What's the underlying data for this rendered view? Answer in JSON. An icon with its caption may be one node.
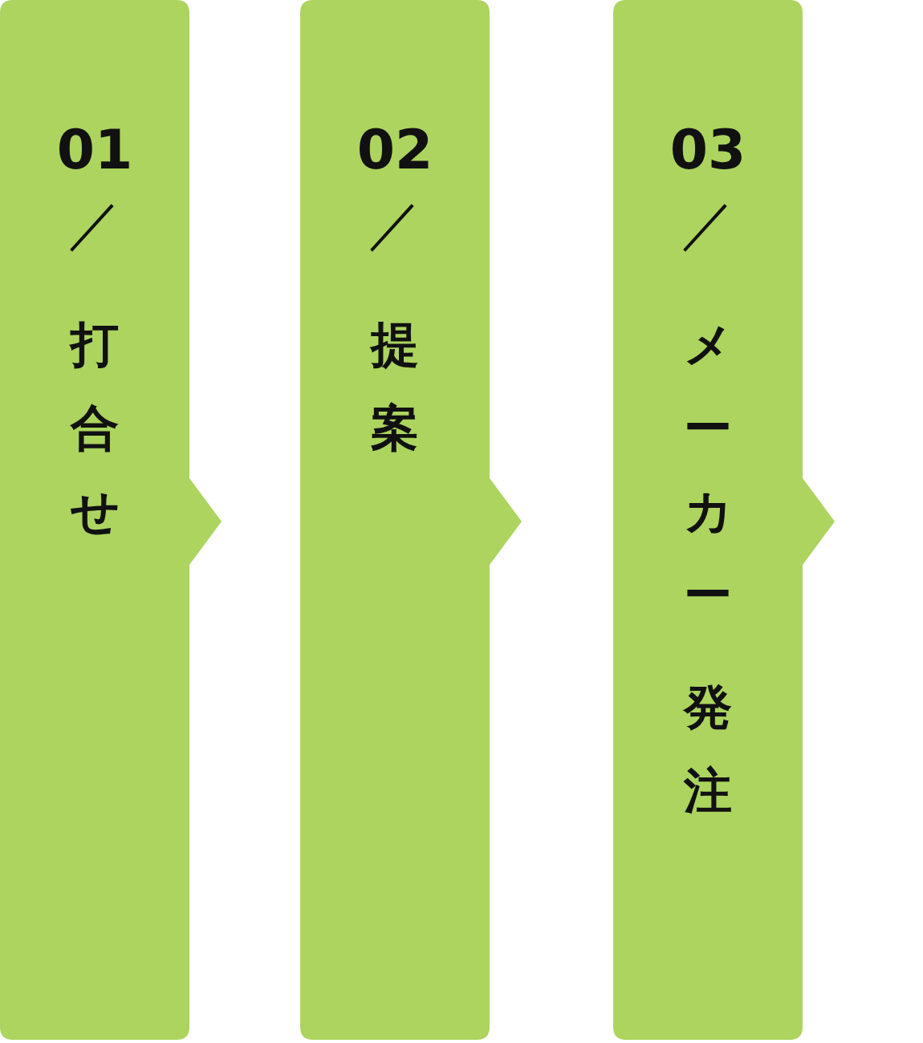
{
  "diagram": {
    "nodes": [
      {
        "text": [
          "01",
          "／",
          "打合せ"
        ]
      },
      {
        "text": [
          "02",
          "／",
          "提案"
        ]
      },
      {
        "text": [
          "03",
          "／",
          "メーカー",
          "発注"
        ]
      }
    ]
  }
}
